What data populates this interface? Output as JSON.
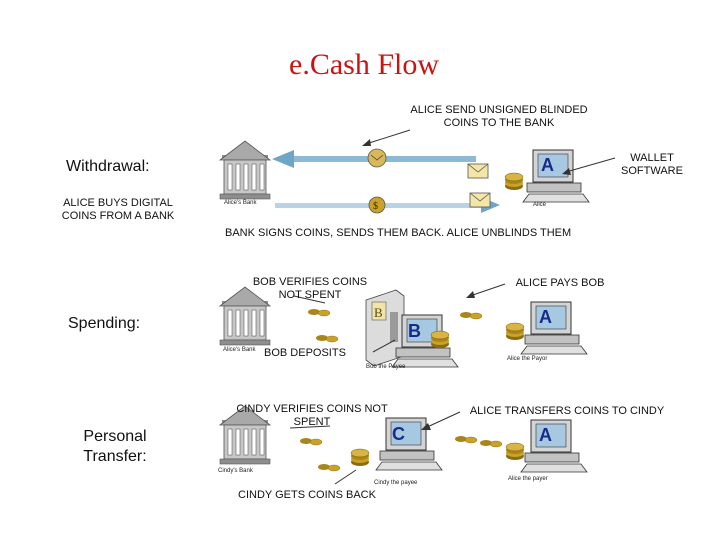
{
  "title": "e.Cash Flow",
  "sections": {
    "withdrawal": {
      "label": "Withdrawal:",
      "note": "ALICE BUYS DIGITAL COINS FROM A BANK",
      "top_annotation": "ALICE SEND UNSIGNED BLINDED COINS TO THE BANK",
      "wallet_annotation": "WALLET SOFTWARE",
      "bottom_annotation": "BANK SIGNS COINS, SENDS THEM BACK.  ALICE UNBLINDS THEM",
      "bank_caption": "Alice's Bank",
      "computer_caption": "Alice"
    },
    "spending": {
      "label": "Spending:",
      "verify_annotation": "BOB VERIFIES COINS NOT SPENT",
      "pay_annotation": "ALICE PAYS BOB",
      "deposit_annotation": "BOB DEPOSITS",
      "bank_caption": "Alice's Bank",
      "payee_caption": "Bob the Payee",
      "payer_caption": "Alice the Payor"
    },
    "transfer": {
      "label": "Personal Transfer:",
      "verify_annotation": "CINDY VERIFIES COINS NOT SPENT",
      "transfer_annotation": "ALICE TRANSFERS COINS TO CINDY",
      "back_annotation": "CINDY GETS COINS BACK",
      "bank_caption": "Cindy's Bank",
      "payee_caption": "Cindy the payee",
      "payer_caption": "Alice the payer"
    }
  },
  "computer_letters": {
    "alice": "A",
    "bob": "B",
    "cindy": "C"
  },
  "colors": {
    "title": "#c81414",
    "arrow": "#6fa6c8",
    "bank_stone": "#9a9a9a",
    "coin": "#c9a227",
    "screen_letter": "#1a2a8a"
  },
  "icons": [
    "bank-icon",
    "computer-icon",
    "envelope-icon",
    "coin-stack-icon",
    "wallet-icon",
    "kiosk-icon"
  ]
}
